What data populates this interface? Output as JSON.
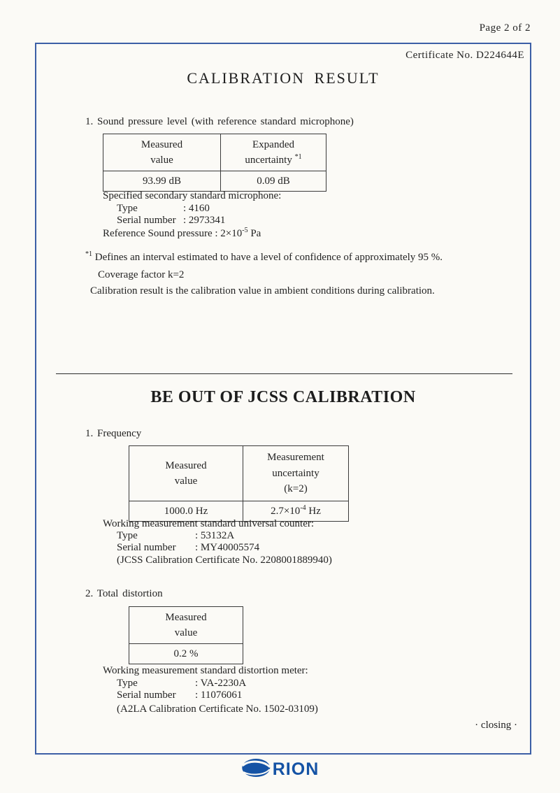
{
  "header": {
    "page_label": "Page 2 of 2",
    "certificate_label": "Certificate No. D224644E"
  },
  "calibration_result": {
    "title": "CALIBRATION RESULT",
    "sound_pressure": {
      "heading": "1. Sound pressure level (with reference standard microphone)",
      "table": {
        "col1_line1": "Measured",
        "col1_line2": "value",
        "col2_line1": "Expanded",
        "col2_line2": "uncertainty",
        "col2_sup": "*1",
        "measured_value": "93.99 dB",
        "uncertainty_value": "0.09 dB"
      },
      "microphone_label": "Specified secondary standard microphone:",
      "type_label": "Type",
      "type_value": ": 4160",
      "serial_label": "Serial number",
      "serial_value": ": 2973341",
      "ref_pressure_base": "Reference Sound pressure : 2×10",
      "ref_pressure_sup": "-5",
      "ref_pressure_unit": " Pa"
    },
    "footnote_sup": "*1",
    "footnote_text": " Defines an interval estimated to have a level of confidence of approximately 95 %.",
    "coverage_factor": "Coverage factor k=2",
    "ambient_note": "Calibration result is the calibration value in ambient conditions during calibration."
  },
  "jcss_section": {
    "title": "BE OUT OF JCSS CALIBRATION",
    "frequency": {
      "heading": "1. Frequency",
      "table": {
        "col1_line1": "Measured",
        "col1_line2": "value",
        "col2_line1": "Measurement",
        "col2_line2": "uncertainty",
        "col2_line3": "(k=2)",
        "measured_value": "1000.0 Hz",
        "uncertainty_base": "2.7×10",
        "uncertainty_sup": "-4",
        "uncertainty_unit": " Hz"
      },
      "standard_label": "Working measurement standard universal counter:",
      "type_label": "Type",
      "type_value": ": 53132A",
      "serial_label": "Serial number",
      "serial_value": ": MY40005574",
      "certificate_note": "(JCSS Calibration Certificate No. 2208001889940)"
    },
    "distortion": {
      "heading": "2. Total distortion",
      "table": {
        "col1_line1": "Measured",
        "col1_line2": "value",
        "measured_value": "0.2 %"
      },
      "standard_label": "Working measurement standard distortion meter:",
      "type_label": "Type",
      "type_value": ": VA-2230A",
      "serial_label": "Serial number",
      "serial_value": ": 11076061",
      "certificate_note": "(A2LA Calibration Certificate No. 1502-03109)"
    }
  },
  "footer": {
    "closing_label": "· closing ·",
    "logo_text": "RION"
  },
  "colors": {
    "border_blue": "#3c5fa6",
    "logo_blue": "#1553a5",
    "text": "#232323"
  }
}
